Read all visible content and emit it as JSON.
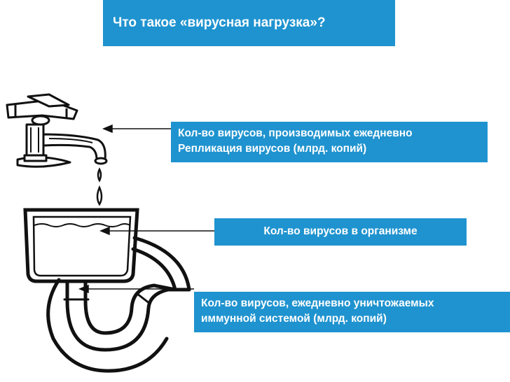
{
  "title": "Что такое «вирусная нагрузка»?",
  "labels": {
    "faucet": {
      "line1": "Кол-во вирусов, производимых ежедневно",
      "line2": "Репликация вирусов (млрд. копий)"
    },
    "body": {
      "line1": "Кол-во вирусов в организме"
    },
    "drain": {
      "line1": "Кол-во вирусов, ежедневно уничтожаемых",
      "line2": "иммунной системой (млрд. копий)"
    }
  },
  "colors": {
    "label_background": "#1f93cf",
    "label_text": "#ffffff",
    "drawing_stroke": "#111111"
  },
  "icons": [
    "faucet-icon",
    "water-drop-icon",
    "sink-basin-icon",
    "drain-pipe-icon",
    "arrow-left-icon"
  ]
}
